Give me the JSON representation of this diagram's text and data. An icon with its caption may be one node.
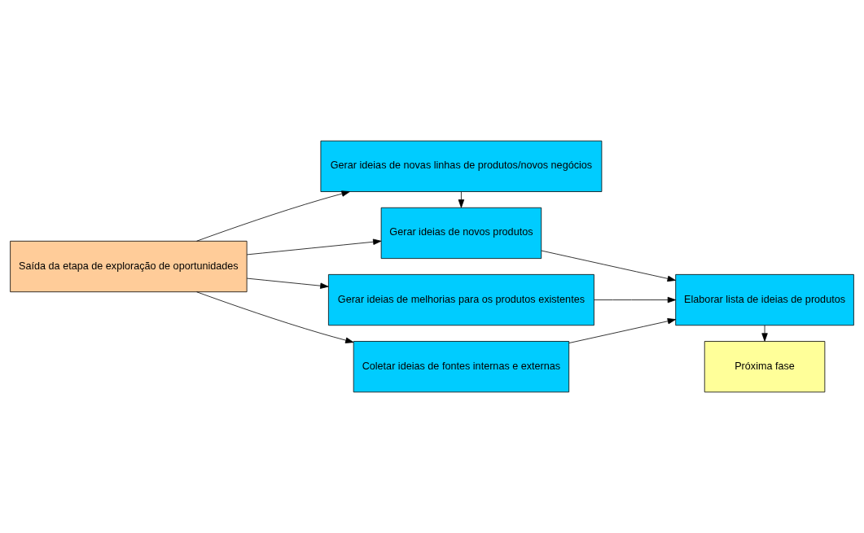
{
  "diagram": {
    "nodes": [
      {
        "text": [
          "Saída da etapa de exploração de oportunidades"
        ]
      },
      {
        "text": [
          "Gerar ideias de novas linhas de produtos/novos negócios"
        ]
      },
      {
        "text": [
          "Gerar ideias de novos produtos"
        ]
      },
      {
        "text": [
          "Gerar ideias de melhorias para os produtos existentes"
        ]
      },
      {
        "text": [
          "Coletar ideias de fontes internas e externas"
        ]
      },
      {
        "text": [
          "Elaborar lista de ideias de produtos"
        ]
      },
      {
        "text": [
          "Próxima fase"
        ]
      }
    ],
    "edges": [
      {
        "from": 0,
        "to": 1,
        "arrow": "to"
      },
      {
        "from": 0,
        "to": 2,
        "arrow": "to"
      },
      {
        "from": 0,
        "to": 3,
        "arrow": "to"
      },
      {
        "from": 0,
        "to": 4,
        "arrow": "to"
      },
      {
        "from": 1,
        "to": 2,
        "arrow": "to"
      },
      {
        "from": 2,
        "to": 5,
        "arrow": "to"
      },
      {
        "from": 3,
        "to": 5,
        "arrow": "to"
      },
      {
        "from": 4,
        "to": 5,
        "arrow": "to"
      },
      {
        "from": 5,
        "to": 6,
        "arrow": "to"
      }
    ]
  }
}
